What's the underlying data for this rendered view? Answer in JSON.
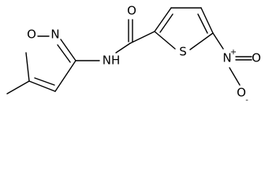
{
  "molecule": {
    "atoms": {
      "isoxazole_o": "O",
      "isoxazole_n": "N",
      "amide_nh": "NH",
      "carbonyl_o": "O",
      "thiophene_s": "S",
      "nitro_n": "N",
      "nitro_o_top": "O",
      "nitro_o_bottom": "O"
    },
    "charges": {
      "nitro_n_plus": "+",
      "nitro_o_minus": "-"
    }
  }
}
